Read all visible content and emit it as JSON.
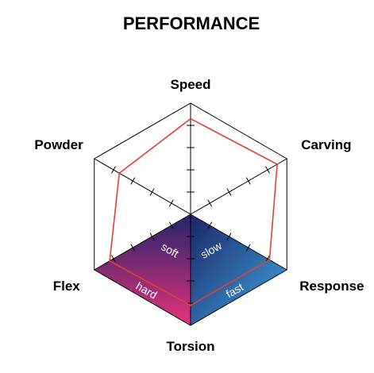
{
  "chart_data": {
    "type": "radar",
    "title": "PERFORMANCE",
    "axes": [
      "Speed",
      "Carving",
      "Response",
      "Torsion",
      "Flex",
      "Powder"
    ],
    "scale": {
      "min": 0,
      "max": 5,
      "tick_step": 1
    },
    "series": [
      {
        "values": [
          4.3,
          4.5,
          4.1,
          4.1,
          4.2,
          3.7
        ],
        "color": "#e0413a"
      }
    ],
    "wedges": [
      {
        "between": [
          "Flex",
          "Torsion"
        ],
        "inner_label": "soft",
        "outer_label": "hard",
        "inner_color": "#2a2f7a",
        "outer_color": "#e0337f"
      },
      {
        "between": [
          "Torsion",
          "Response"
        ],
        "inner_label": "slow",
        "outer_label": "fast",
        "inner_color": "#1f3277",
        "outer_color": "#3a9ad8"
      }
    ],
    "grid": {
      "outline": true,
      "spokes": true,
      "ticks": true
    }
  }
}
